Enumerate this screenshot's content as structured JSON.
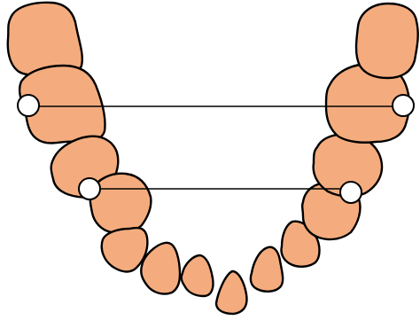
{
  "colors": {
    "tooth_fill": "#f4ac7e",
    "outline": "#000000",
    "point_fill": "#ffffff",
    "background": "#ffffff"
  },
  "arch": {
    "teeth_count": 14,
    "left_side_teeth": [
      "left-tooth-1",
      "left-tooth-2",
      "left-tooth-3",
      "left-tooth-4",
      "left-tooth-5",
      "left-tooth-6",
      "left-tooth-7"
    ],
    "right_side_teeth": [
      "right-tooth-1",
      "right-tooth-2",
      "right-tooth-3",
      "right-tooth-4",
      "right-tooth-5",
      "right-tooth-6",
      "right-tooth-7"
    ]
  },
  "measurements": [
    {
      "name": "upper-width-line",
      "type": "line",
      "endpoints": "circle-markers"
    },
    {
      "name": "lower-width-line",
      "type": "line",
      "endpoints": "circle-markers"
    }
  ]
}
